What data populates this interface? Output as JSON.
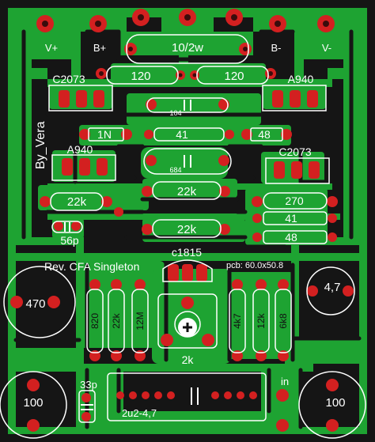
{
  "board": {
    "colors": {
      "copper": "#1ea332",
      "substrate": "#151515",
      "silkscreen": "#ffffff",
      "pad": "#d32020",
      "drill": "#3a0c0c"
    },
    "title": "Rev. CFA Singleton",
    "author": "By_Vera",
    "pcb_size": "pcb: 60.0x50.8",
    "connectors": {
      "vplus": "V+",
      "bplus": "B+",
      "bminus": "B-",
      "vminus": "V-",
      "input": "in"
    },
    "labels": {
      "r_10_2w": "10/2w",
      "r120_left": "120",
      "r120_right": "120",
      "q_c2073_top": "C2073",
      "q_a940_top": "A940",
      "c104": "104",
      "d_1n": "1N",
      "d_41_mid": "41",
      "d_48_mid": "48",
      "q_a940_left": "A940",
      "q_c2073_right": "C2073",
      "c684": "684",
      "r22k_left": "22k",
      "r22k_center": "22k",
      "r270": "270",
      "d_41_right": "41",
      "d_48_right": "48",
      "c56p": "56p",
      "r22k_lower": "22k",
      "q_c1815": "c1815",
      "c470": "470",
      "c4_7": "4,7",
      "r820": "820",
      "r22k_vert": "22k",
      "r12m": "12M",
      "trim_2k": "2k",
      "r4k7": "4k7",
      "r12k": "12k",
      "r6k8": "6k8",
      "c100_left": "100",
      "c100_right": "100",
      "c33p": "33p",
      "c2u2": "2u2-4,7"
    }
  }
}
